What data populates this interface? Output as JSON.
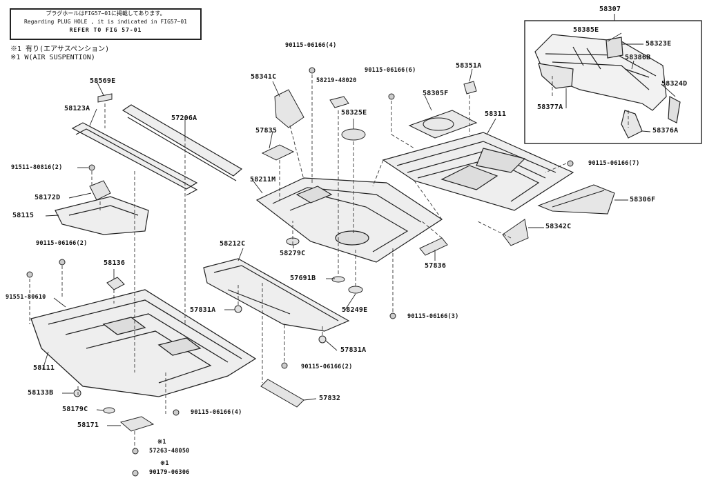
{
  "note": {
    "line1": "プラグホールはFIG57−01に掲載してあります。",
    "line2": "Regarding PLUG HOLE , it is indicated in FIG57−01",
    "line3": "REFER TO FIG 57-01"
  },
  "legend": {
    "line1": "※1 有り(エアサスペンション)",
    "line2": "※1 W(AIR SUSPENTION)"
  },
  "group_box_label": "58307",
  "parts": {
    "p58307": "58307",
    "p58385E": "58385E",
    "p58323E": "58323E",
    "p58386B": "58386B",
    "p58324D": "58324D",
    "p58377A": "58377A",
    "p58376A": "58376A",
    "p90115_06166_4_top": "90115-06166(4)",
    "p58341C": "58341C",
    "p58219_48020": "58219-48020",
    "p90115_06166_6": "90115-06166(6)",
    "p58351A": "58351A",
    "p58305F": "58305F",
    "p58325E": "58325E",
    "p58311": "58311",
    "p57835": "57835",
    "p58211M": "58211M",
    "p90115_06166_7": "90115-06166(7)",
    "p58306F": "58306F",
    "p58342C": "58342C",
    "p58279C": "58279C",
    "p57836": "57836",
    "p58569E": "58569E",
    "p58123A": "58123A",
    "p57206A": "57206A",
    "p91511_80816_2": "91511-80816(2)",
    "p58172D": "58172D",
    "p58115": "58115",
    "p90115_06166_2_left": "90115-06166(2)",
    "p58136": "58136",
    "p91551_80610": "91551-80610",
    "p58212C": "58212C",
    "p57691B": "57691B",
    "p57831A_1": "57831A",
    "p58249E": "58249E",
    "p90115_06166_3": "90115-06166(3)",
    "p57831A_2": "57831A",
    "p90115_06166_2_mid": "90115-06166(2)",
    "p58111": "58111",
    "p58133B": "58133B",
    "p57832": "57832",
    "p58179C": "58179C",
    "p90115_06166_4_bot": "90115-06166(4)",
    "p58171": "58171",
    "p_mark1_a": "※1",
    "p57263_48050": "57263-48050",
    "p_mark1_b": "※1",
    "p90179_06306": "90179-06306"
  }
}
